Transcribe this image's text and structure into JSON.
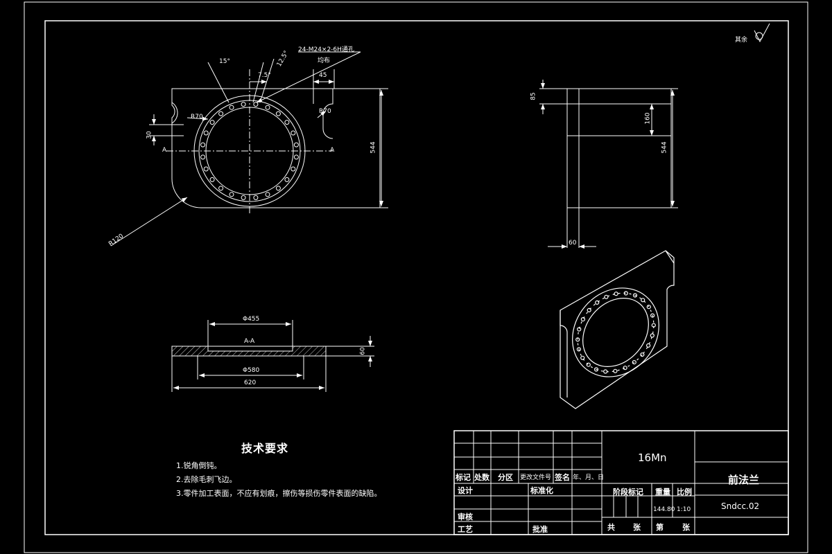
{
  "roughness": {
    "label": "其余"
  },
  "front_view": {
    "callout_holes": "24-M24×2-6H通孔",
    "callout_holes_sub": "均布",
    "angle_15": "15°",
    "angle_12_5": "12.5°",
    "angle_7_5": "7.5°",
    "dim_45": "45",
    "dim_r70_left": "R70",
    "dim_r70_right": "R70",
    "dim_30": "30",
    "dim_544": "544",
    "dim_r120": "R120",
    "section_a_left": "A",
    "section_a_right": "A"
  },
  "side_view": {
    "dim_85": "85",
    "dim_160": "160",
    "dim_544": "544",
    "dim_60": "60"
  },
  "section_view": {
    "dim_d455": "Φ455",
    "label": "A-A",
    "dim_d580": "Φ580",
    "dim_620": "620",
    "dim_60": "60"
  },
  "tech_requirements": {
    "title": "技术要求",
    "items": [
      "1.锐角倒钝。",
      "2.去除毛刺飞边。",
      "3.零件加工表面，不应有划痕，擦伤等损伤零件表面的缺陷。"
    ]
  },
  "title_block": {
    "material": "16Mn",
    "part_name": "前法兰",
    "drawing_no": "Sndcc.02",
    "headers": [
      "标记",
      "处数",
      "分区",
      "更改文件号",
      "签名",
      "年、月、日"
    ],
    "design": "设计",
    "standardize": "标准化",
    "review": "审核",
    "process": "工艺",
    "approve": "批准",
    "stage_mark": "阶段标记",
    "weight_label": "重量",
    "scale_label": "比例",
    "weight_value": "144.80",
    "scale_value": "1:10",
    "total": "共",
    "sheets": "张",
    "sheet_no": "第",
    "sheet_unit": "张"
  }
}
